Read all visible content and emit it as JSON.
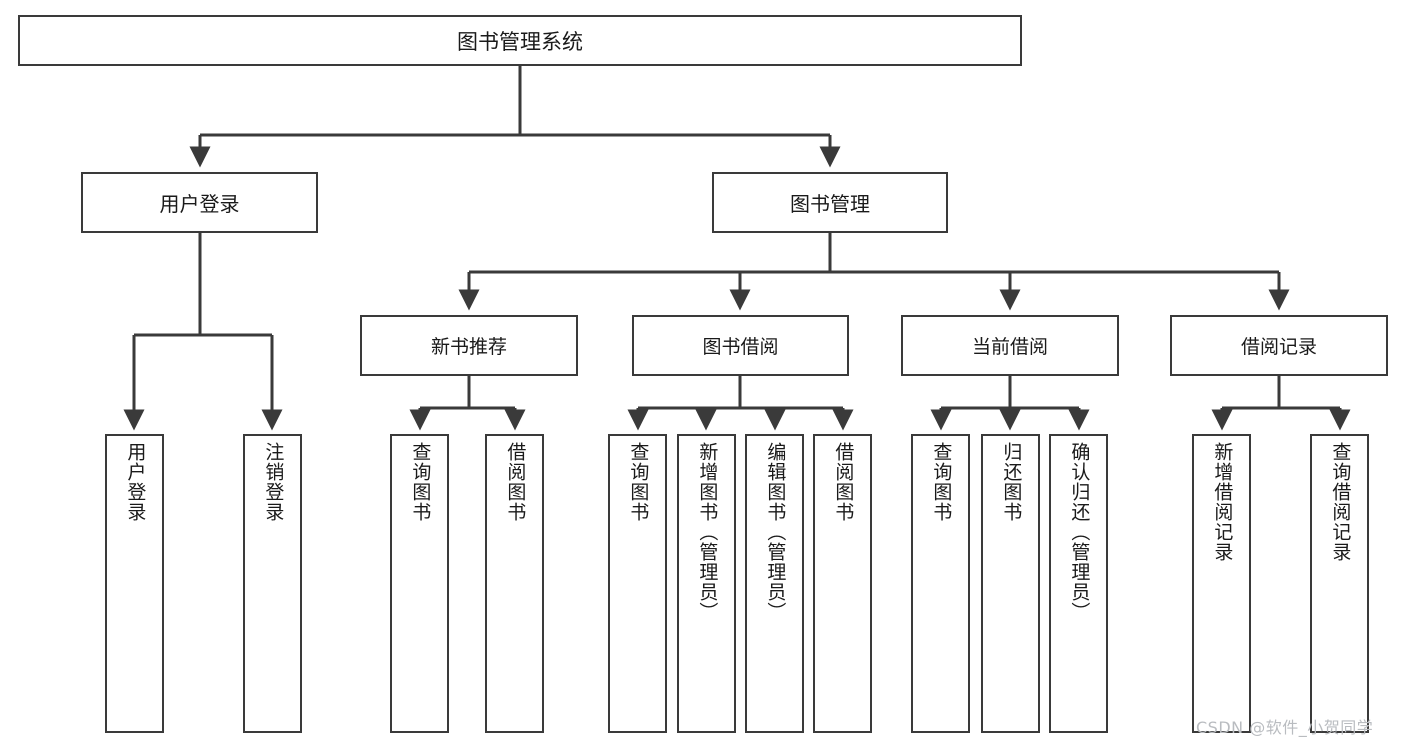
{
  "diagram": {
    "title": "图书管理系统",
    "type": "功能结构图",
    "stroke_color": "#3a3a3a",
    "background_color": "#ffffff",
    "text_color": "#1a1a1a"
  },
  "root": {
    "label": "图书管理系统"
  },
  "level1": [
    {
      "label": "用户登录"
    },
    {
      "label": "图书管理"
    }
  ],
  "level2": [
    {
      "label": "新书推荐"
    },
    {
      "label": "图书借阅"
    },
    {
      "label": "当前借阅"
    },
    {
      "label": "借阅记录"
    }
  ],
  "leaves": {
    "user_login": [
      {
        "label": "用户登录"
      },
      {
        "label": "注销登录"
      }
    ],
    "new_book_recommend": [
      {
        "label": "查询图书"
      },
      {
        "label": "借阅图书"
      }
    ],
    "book_borrow": [
      {
        "label": "查询图书"
      },
      {
        "label": "新增图书（管理员）"
      },
      {
        "label": "编辑图书（管理员）"
      },
      {
        "label": "借阅图书"
      }
    ],
    "current_borrow": [
      {
        "label": "查询图书"
      },
      {
        "label": "归还图书"
      },
      {
        "label": "确认归还（管理员）"
      }
    ],
    "borrow_record": [
      {
        "label": "新增借阅记录"
      },
      {
        "label": "查询借阅记录"
      }
    ]
  },
  "watermark": {
    "text": "CSDN @软件_小贺同学"
  }
}
